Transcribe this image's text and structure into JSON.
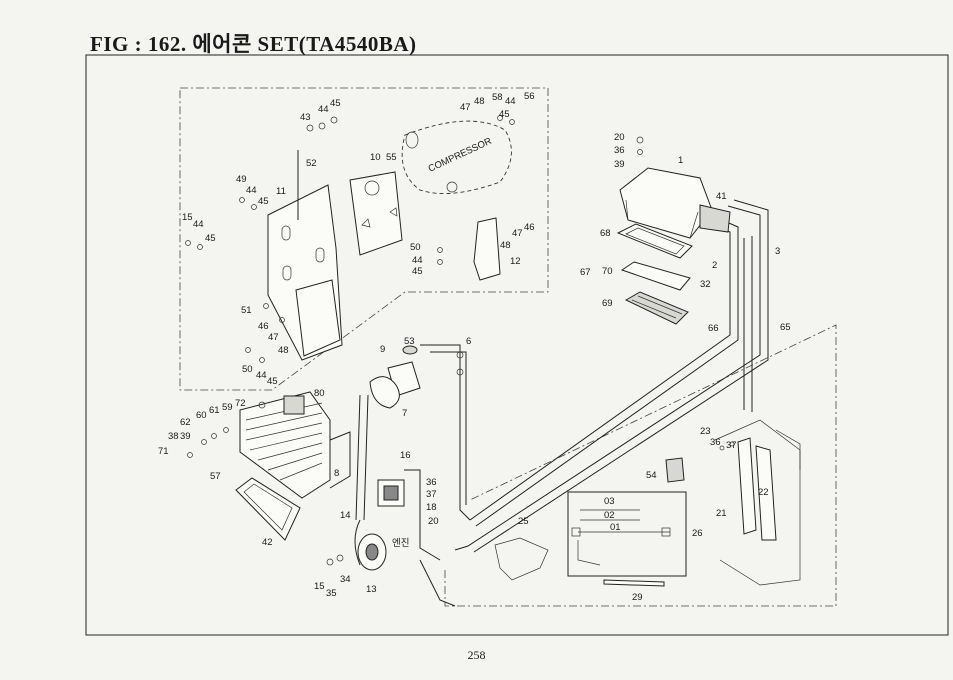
{
  "figure": {
    "title": "FIG : 162. 에어콘 SET(TA4540BA)",
    "page_number": "258"
  },
  "labels": {
    "compressor": "COMPRESSOR",
    "engine": "엔진"
  },
  "callouts": [
    {
      "id": "c1",
      "text": "1"
    },
    {
      "id": "c2",
      "text": "2"
    },
    {
      "id": "c3",
      "text": "3"
    },
    {
      "id": "c6",
      "text": "6"
    },
    {
      "id": "c7",
      "text": "7"
    },
    {
      "id": "c8",
      "text": "8"
    },
    {
      "id": "c9",
      "text": "9"
    },
    {
      "id": "c10",
      "text": "10"
    },
    {
      "id": "c11",
      "text": "11"
    },
    {
      "id": "c12",
      "text": "12"
    },
    {
      "id": "c13",
      "text": "13"
    },
    {
      "id": "c14",
      "text": "14"
    },
    {
      "id": "c15a",
      "text": "15"
    },
    {
      "id": "c15b",
      "text": "15"
    },
    {
      "id": "c16",
      "text": "16"
    },
    {
      "id": "c18",
      "text": "18"
    },
    {
      "id": "c20a",
      "text": "20"
    },
    {
      "id": "c20b",
      "text": "20"
    },
    {
      "id": "c21",
      "text": "21"
    },
    {
      "id": "c22",
      "text": "22"
    },
    {
      "id": "c23",
      "text": "23"
    },
    {
      "id": "c25",
      "text": "25"
    },
    {
      "id": "c26",
      "text": "26"
    },
    {
      "id": "c29",
      "text": "29"
    },
    {
      "id": "c32",
      "text": "32"
    },
    {
      "id": "c34",
      "text": "34"
    },
    {
      "id": "c35",
      "text": "35"
    },
    {
      "id": "c36a",
      "text": "36"
    },
    {
      "id": "c36b",
      "text": "36"
    },
    {
      "id": "c36c",
      "text": "36"
    },
    {
      "id": "c37a",
      "text": "37"
    },
    {
      "id": "c37b",
      "text": "37"
    },
    {
      "id": "c38",
      "text": "38"
    },
    {
      "id": "c39a",
      "text": "39"
    },
    {
      "id": "c39b",
      "text": "39"
    },
    {
      "id": "c41",
      "text": "41"
    },
    {
      "id": "c42",
      "text": "42"
    },
    {
      "id": "c43",
      "text": "43"
    },
    {
      "id": "c44a",
      "text": "44"
    },
    {
      "id": "c44b",
      "text": "44"
    },
    {
      "id": "c44c",
      "text": "44"
    },
    {
      "id": "c44d",
      "text": "44"
    },
    {
      "id": "c44e",
      "text": "44"
    },
    {
      "id": "c44f",
      "text": "44"
    },
    {
      "id": "c45a",
      "text": "45"
    },
    {
      "id": "c45b",
      "text": "45"
    },
    {
      "id": "c45c",
      "text": "45"
    },
    {
      "id": "c45d",
      "text": "45"
    },
    {
      "id": "c45e",
      "text": "45"
    },
    {
      "id": "c45f",
      "text": "45"
    },
    {
      "id": "c46a",
      "text": "46"
    },
    {
      "id": "c46b",
      "text": "46"
    },
    {
      "id": "c47a",
      "text": "47"
    },
    {
      "id": "c47b",
      "text": "47"
    },
    {
      "id": "c47c",
      "text": "47"
    },
    {
      "id": "c48a",
      "text": "48"
    },
    {
      "id": "c48b",
      "text": "48"
    },
    {
      "id": "c48c",
      "text": "48"
    },
    {
      "id": "c49",
      "text": "49"
    },
    {
      "id": "c50a",
      "text": "50"
    },
    {
      "id": "c50b",
      "text": "50"
    },
    {
      "id": "c51",
      "text": "51"
    },
    {
      "id": "c52",
      "text": "52"
    },
    {
      "id": "c53",
      "text": "53"
    },
    {
      "id": "c54",
      "text": "54"
    },
    {
      "id": "c55",
      "text": "55"
    },
    {
      "id": "c56",
      "text": "56"
    },
    {
      "id": "c57",
      "text": "57"
    },
    {
      "id": "c58",
      "text": "58"
    },
    {
      "id": "c59",
      "text": "59"
    },
    {
      "id": "c60",
      "text": "60"
    },
    {
      "id": "c61",
      "text": "61"
    },
    {
      "id": "c62",
      "text": "62"
    },
    {
      "id": "c65",
      "text": "65"
    },
    {
      "id": "c66",
      "text": "66"
    },
    {
      "id": "c67",
      "text": "67"
    },
    {
      "id": "c68",
      "text": "68"
    },
    {
      "id": "c69",
      "text": "69"
    },
    {
      "id": "c70",
      "text": "70"
    },
    {
      "id": "c71",
      "text": "71"
    },
    {
      "id": "c72",
      "text": "72"
    },
    {
      "id": "c80",
      "text": "80"
    },
    {
      "id": "c01",
      "text": "01"
    },
    {
      "id": "c02",
      "text": "02"
    },
    {
      "id": "c03",
      "text": "03"
    }
  ]
}
